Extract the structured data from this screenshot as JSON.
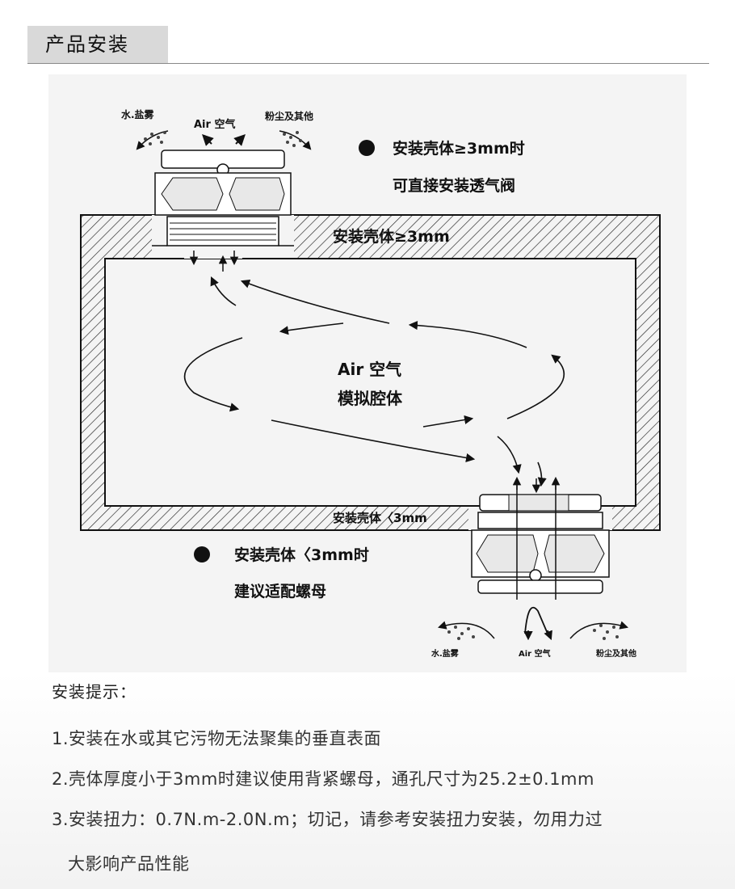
{
  "header": {
    "title": "产品安装"
  },
  "diagram": {
    "top_left_label": "水.盐雾",
    "top_air_label": "Air 空气",
    "top_right_label": "粉尘及其他",
    "note_ge3_line1": "安装壳体≥3mm时",
    "note_ge3_line2": "可直接安装透气阀",
    "shell_top_label": "安装壳体≥3mm",
    "cavity_line1": "Air 空气",
    "cavity_line2": "模拟腔体",
    "shell_bottom_label": "安装壳体〈3mm",
    "note_lt3_line1": "安装壳体〈3mm时",
    "note_lt3_line2": "建议适配螺母",
    "bottom_left_label": "水.盐雾",
    "bottom_air_label": "Air 空气",
    "bottom_right_label": "粉尘及其他"
  },
  "tips": {
    "title": "安装提示：",
    "items": [
      "1.安装在水或其它污物无法聚集的垂直表面",
      "2.壳体厚度小于3mm时建议使用背紧螺母，通孔尺寸为25.2±0.1mm",
      "3.安装扭力：0.7N.m-2.0N.m；切记，请参考安装扭力安装，勿用力过",
      "大影响产品性能"
    ]
  },
  "colors": {
    "ink": "#111111",
    "header_bg": "#d9d9d9",
    "diagram_bg": "#f4f4f4"
  }
}
